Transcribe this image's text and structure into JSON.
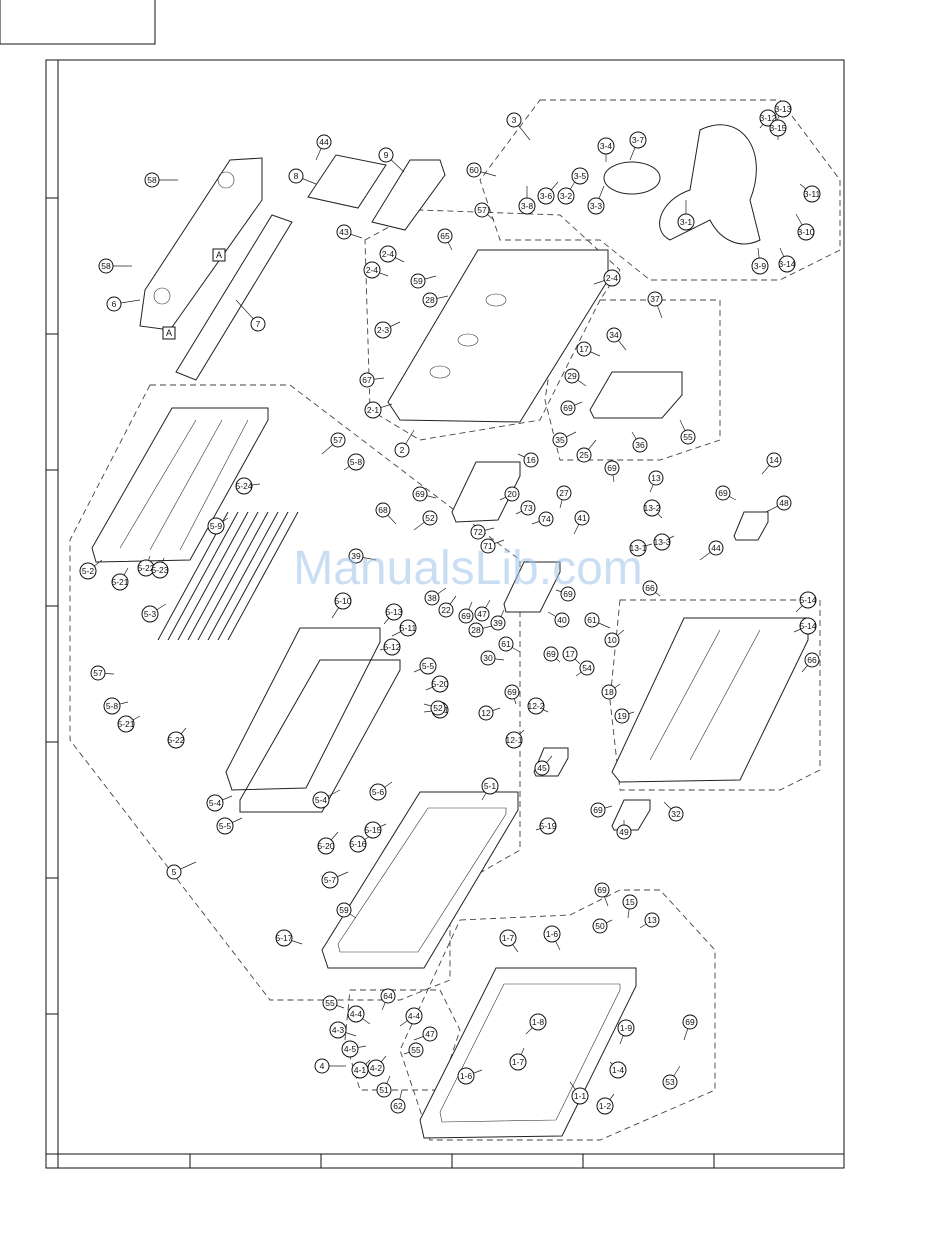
{
  "watermark": "ManualsLib.com",
  "reference_letter": "A",
  "callouts": {
    "c58a": "58",
    "c58b": "58",
    "c6": "6",
    "c7": "7",
    "c8": "8",
    "c9": "9",
    "c44a": "44",
    "c43": "43",
    "c2_4a": "2-4",
    "c2_4b": "2-4",
    "c2_3": "2-3",
    "c2_4c": "2-4",
    "c2_1": "2-1",
    "c2": "2",
    "c3": "3",
    "c60": "60",
    "c3_8": "3-8",
    "c3_6": "3-6",
    "c3_2": "3-2",
    "c3_4": "3-4",
    "c3_5": "3-5",
    "c3_3": "3-3",
    "c3_7": "3-7",
    "c3_12": "3-12",
    "c3_13": "3-13",
    "c3_11": "3-11",
    "c3_10": "3-10",
    "c3_1": "3-1",
    "c3_9": "3-9",
    "c3_14": "3-14",
    "c3_15": "3-15",
    "c57a": "57",
    "c65": "65",
    "c59a": "59",
    "c28": "28",
    "c67": "67",
    "c37": "37",
    "c34": "34",
    "c17a": "17",
    "c29": "29",
    "c69a": "69",
    "c35": "35",
    "c36": "36",
    "c25": "25",
    "c55a": "55",
    "c14": "14",
    "c69b": "69",
    "c48": "48",
    "c13a": "13",
    "c69c": "69",
    "c13_2": "13-2",
    "c13_3": "13-3",
    "c13_1": "13-1",
    "c44b": "44",
    "c16": "16",
    "c69d": "69",
    "c20": "20",
    "c52": "52",
    "c68": "68",
    "c73": "73",
    "c74": "74",
    "c27": "27",
    "c41": "41",
    "c72": "72",
    "c71": "71",
    "c39a": "39",
    "c38": "38",
    "c22": "22",
    "c69e": "69",
    "c47": "47",
    "c39b": "39",
    "c40": "40",
    "c69f": "69",
    "c28b": "28",
    "c61a": "61",
    "c30": "30",
    "c61b": "61",
    "c69g": "69",
    "c17b": "17",
    "c54": "54",
    "c10": "10",
    "c66a": "66",
    "c5_14a": "5-14",
    "c5_14b": "5-14",
    "c66b": "66",
    "c18": "18",
    "c12": "12",
    "c69h": "69",
    "c12_1": "12-1",
    "c12_2": "12-2",
    "c19": "19",
    "c45": "45",
    "c69i": "69",
    "c49": "49",
    "c32": "32",
    "c57b": "57",
    "c5_8a": "5-8",
    "c5_24": "5-24",
    "c5_9": "5-9",
    "c5_2": "5-2",
    "c5_21a": "5-21",
    "c5_22": "5-22",
    "c5_23": "5-23",
    "c5_3": "5-3",
    "c57c": "57",
    "c5_8b": "5-8",
    "c5_21b": "5-21",
    "c5_22b": "5-22",
    "c5_10": "5-10",
    "c5_13": "5-13",
    "c5_11": "5-11",
    "c5_12": "5-12",
    "c5_5": "5-5",
    "c5_20a": "5-20",
    "c5_21c": "5-21",
    "c5_4a": "5-4",
    "c5_5b": "5-5",
    "c5_4b": "5-4",
    "c5_6": "5-6",
    "c5_20b": "5-20",
    "c5_15": "5-15",
    "c5_16": "5-16",
    "c5_19": "5-19",
    "c5_1": "5-1",
    "c5_7": "5-7",
    "c5_17": "5-17",
    "c5": "5",
    "c69j": "69",
    "c50": "50",
    "c15": "15",
    "c13b": "13",
    "c1_7a": "1-7",
    "c1_6a": "1-6",
    "c1_8": "1-8",
    "c1_7b": "1-7",
    "c1_6b": "1-6",
    "c1_1": "1-1",
    "c1_9": "1-9",
    "c1_4": "1-4",
    "c1_2": "1-2",
    "c69k": "69",
    "c53": "53",
    "c4": "4",
    "c4_1": "4-1",
    "c4_2": "4-2",
    "c4_3": "4-3",
    "c4_4": "4-4",
    "c4_4b": "4-4",
    "c4_5": "4-5",
    "c47b": "47",
    "c64": "64",
    "c51": "51",
    "c62": "62",
    "c55b": "55",
    "c55c": "55",
    "c59b": "59",
    "c52b": "52"
  }
}
